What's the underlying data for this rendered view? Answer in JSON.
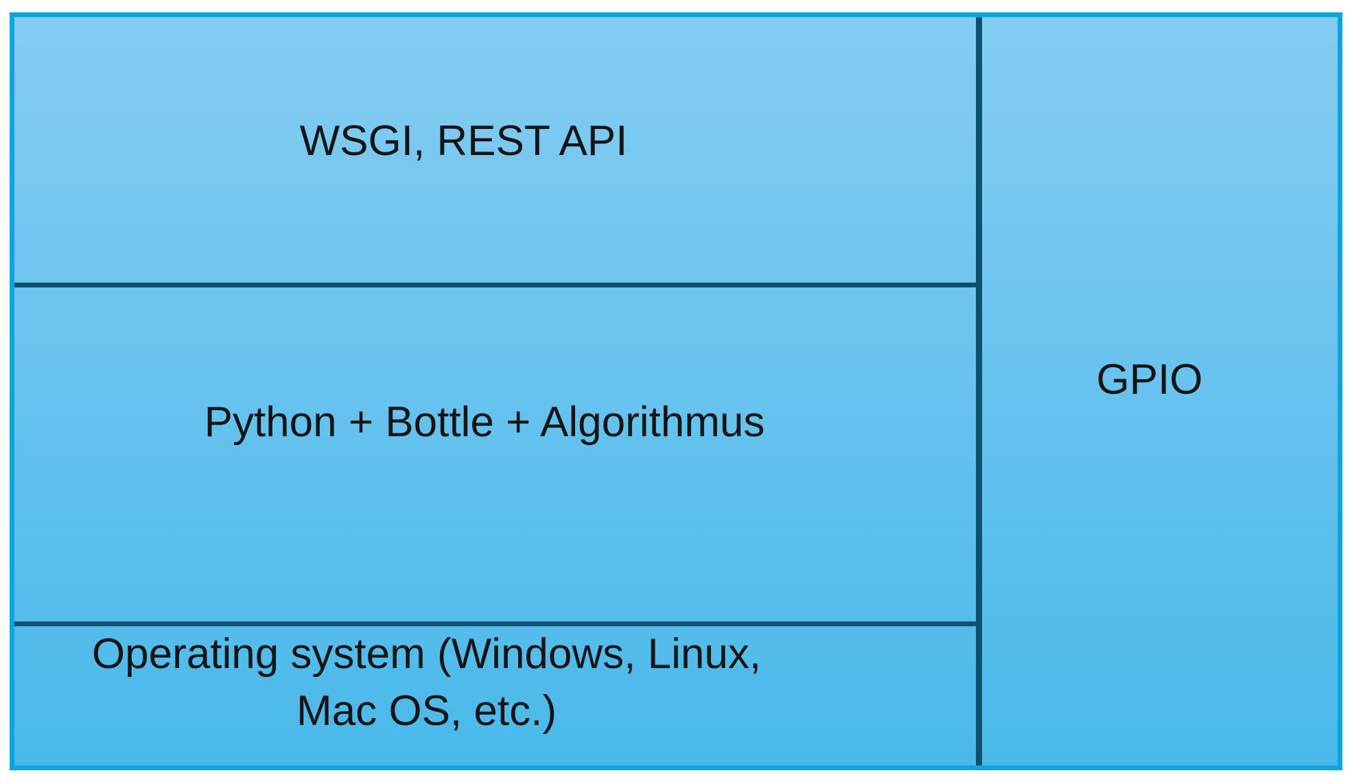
{
  "diagram": {
    "left_column": {
      "rows": [
        {
          "label": "WSGI, REST API"
        },
        {
          "label": "Python + Bottle + Algorithmus"
        },
        {
          "label_line1": "Operating system (Windows, Linux,",
          "label_line2": "Mac OS, etc.)"
        }
      ]
    },
    "right_column": {
      "label": "GPIO"
    }
  },
  "colors": {
    "page_bg": "#ffffff",
    "border": "#0ba6de",
    "fill_top": "#85ccf2",
    "fill_bottom": "#49b9ea",
    "divider": "#0d516f",
    "text": "#141414"
  }
}
